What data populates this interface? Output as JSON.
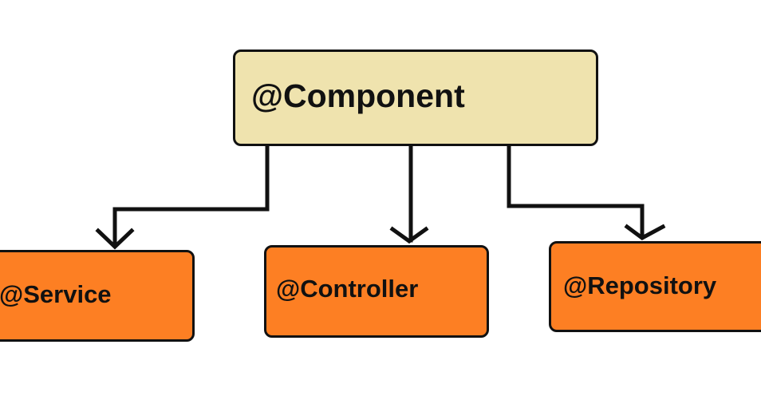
{
  "diagram": {
    "parent": {
      "label": "@Component",
      "color": "#efe3ae"
    },
    "children": [
      {
        "label": "@Service",
        "color": "#fd7f23"
      },
      {
        "label": "@Controller",
        "color": "#fd7f23"
      },
      {
        "label": "@Repository",
        "color": "#fd7f23"
      }
    ],
    "connector_color": "#111111",
    "relationship": "parent-to-children arrows"
  }
}
